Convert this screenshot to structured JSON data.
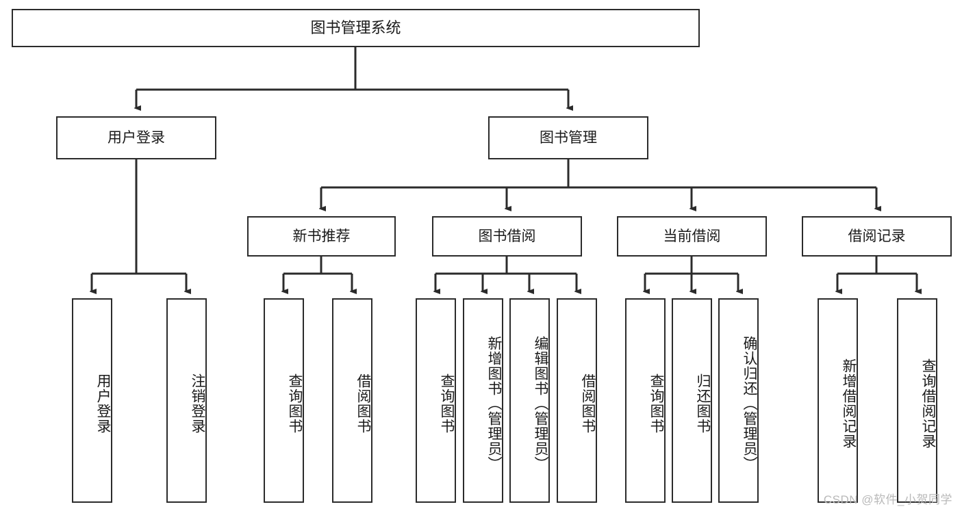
{
  "diagram": {
    "title": "图书管理系统",
    "type": "tree-hierarchy",
    "watermark": "CSDN @软件_小贺同学",
    "levels": {
      "root": {
        "label": "图书管理系统"
      },
      "level2": [
        {
          "label": "用户登录"
        },
        {
          "label": "图书管理"
        }
      ],
      "level3": [
        {
          "label": "新书推荐"
        },
        {
          "label": "图书借阅"
        },
        {
          "label": "当前借阅"
        },
        {
          "label": "借阅记录"
        }
      ]
    },
    "leaves": {
      "user_login": [
        {
          "label": "用户登录"
        },
        {
          "label": "注销登录"
        }
      ],
      "new_book_recommend": [
        {
          "label": "查询图书"
        },
        {
          "label": "借阅图书"
        }
      ],
      "book_borrow": [
        {
          "label": "查询图书"
        },
        {
          "label": "新增图书（管理员）"
        },
        {
          "label": "编辑图书（管理员）"
        },
        {
          "label": "借阅图书"
        }
      ],
      "current_borrow": [
        {
          "label": "查询图书"
        },
        {
          "label": "归还图书"
        },
        {
          "label": "确认归还（管理员）"
        }
      ],
      "borrow_record": [
        {
          "label": "新增借阅记录"
        },
        {
          "label": "查询借阅记录"
        }
      ]
    },
    "colors": {
      "stroke": "#2b2b2b",
      "fill": "#ffffff",
      "text": "#1a1a1a",
      "watermark": "#b9b9b9"
    }
  }
}
